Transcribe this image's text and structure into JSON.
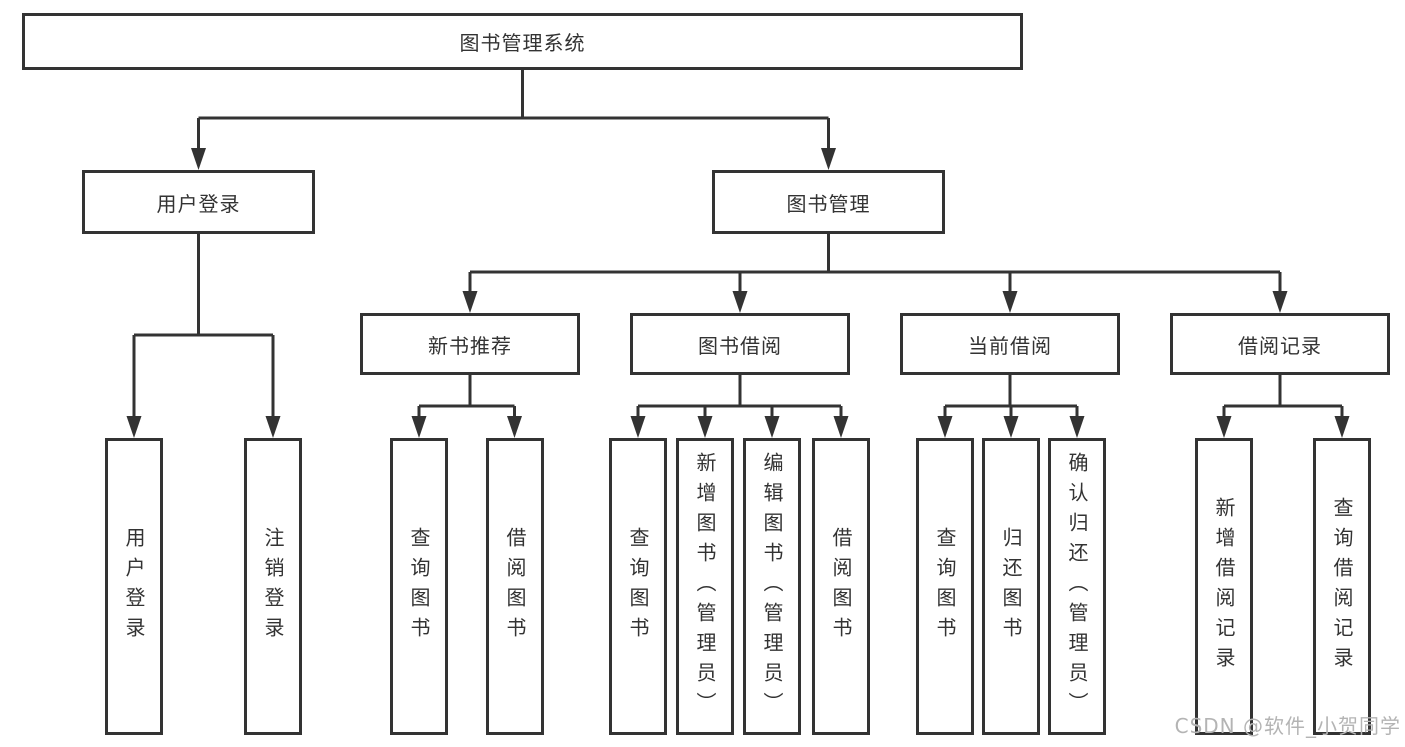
{
  "diagram": {
    "root": {
      "label": "图书管理系统"
    },
    "level2": [
      {
        "label": "用户登录"
      },
      {
        "label": "图书管理"
      }
    ],
    "level3": [
      {
        "label": "新书推荐",
        "parent": "图书管理"
      },
      {
        "label": "图书借阅",
        "parent": "图书管理"
      },
      {
        "label": "当前借阅",
        "parent": "图书管理"
      },
      {
        "label": "借阅记录",
        "parent": "图书管理"
      }
    ],
    "leaves": [
      {
        "label": "用户登录",
        "parent": "用户登录"
      },
      {
        "label": "注销登录",
        "parent": "用户登录"
      },
      {
        "label": "查询图书",
        "parent": "新书推荐"
      },
      {
        "label": "借阅图书",
        "parent": "新书推荐"
      },
      {
        "label": "查询图书",
        "parent": "图书借阅"
      },
      {
        "label": "新增图书（管理员）",
        "parent": "图书借阅"
      },
      {
        "label": "编辑图书（管理员）",
        "parent": "图书借阅"
      },
      {
        "label": "借阅图书",
        "parent": "图书借阅"
      },
      {
        "label": "查询图书",
        "parent": "当前借阅"
      },
      {
        "label": "归还图书",
        "parent": "当前借阅"
      },
      {
        "label": "确认归还（管理员）",
        "parent": "当前借阅"
      },
      {
        "label": "新增借阅记录",
        "parent": "借阅记录"
      },
      {
        "label": "查询借阅记录",
        "parent": "借阅记录"
      }
    ]
  },
  "watermark": "CSDN @软件_小贺同学",
  "colors": {
    "line": "#333333",
    "box_border": "#333333",
    "text": "#333333",
    "watermark": "#b4b4b4",
    "background": "#ffffff"
  }
}
